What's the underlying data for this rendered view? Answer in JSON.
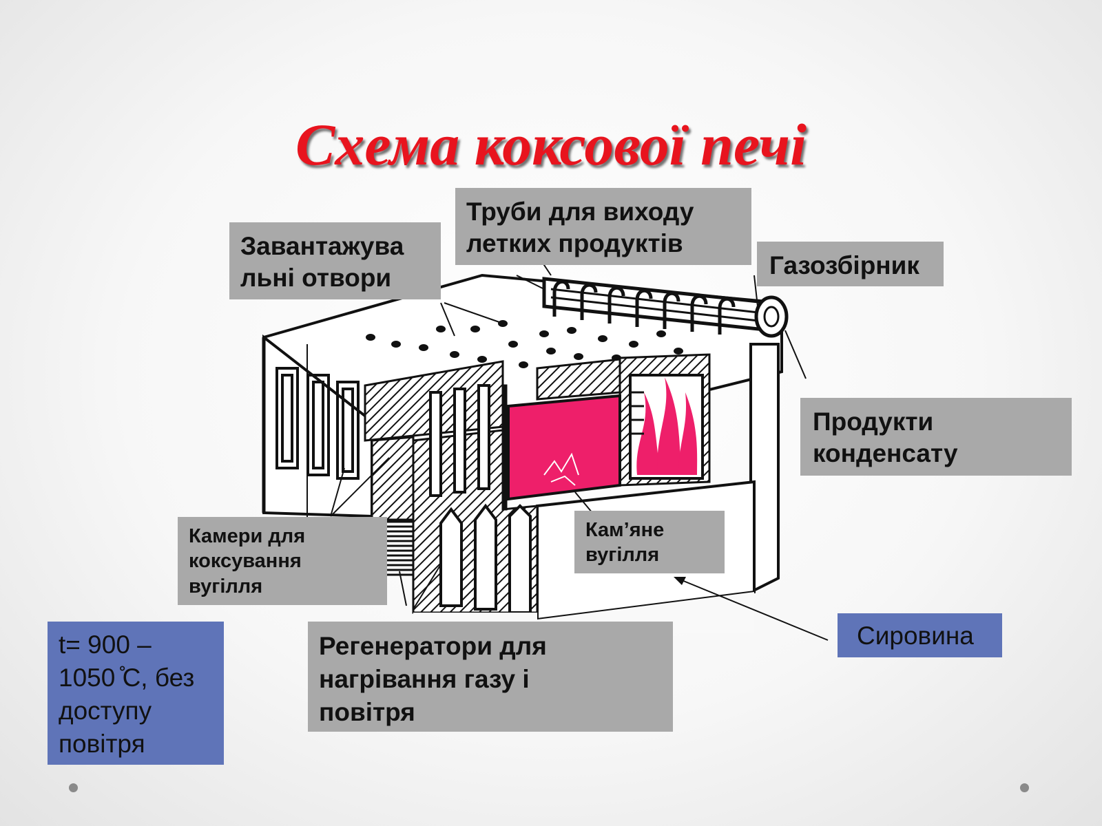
{
  "title": "Схема коксової печі",
  "labels": {
    "loading_holes": "Завантажува\nльні отвори",
    "volatile_pipes": "Труби для виходу\nлетких продуктів",
    "gas_collector": "Газозбірник",
    "condensate": "Продукти\nконденсату",
    "coking_chambers": "Камери для\nкоксування\nвугілля",
    "coal": "Кам’яне\nвугілля",
    "regenerators": " Регенератори  для\nнагрівання  газу і\nповітря",
    "raw_material": "Сировина",
    "temperature": "t= 900 –\n1050 ̊С, без\nдоступу\nповітря"
  },
  "colors": {
    "title": "#e8141e",
    "label_gray": "#a9a9a9",
    "label_blue": "#5f74b8",
    "coal_pink": "#ee1f6a"
  }
}
